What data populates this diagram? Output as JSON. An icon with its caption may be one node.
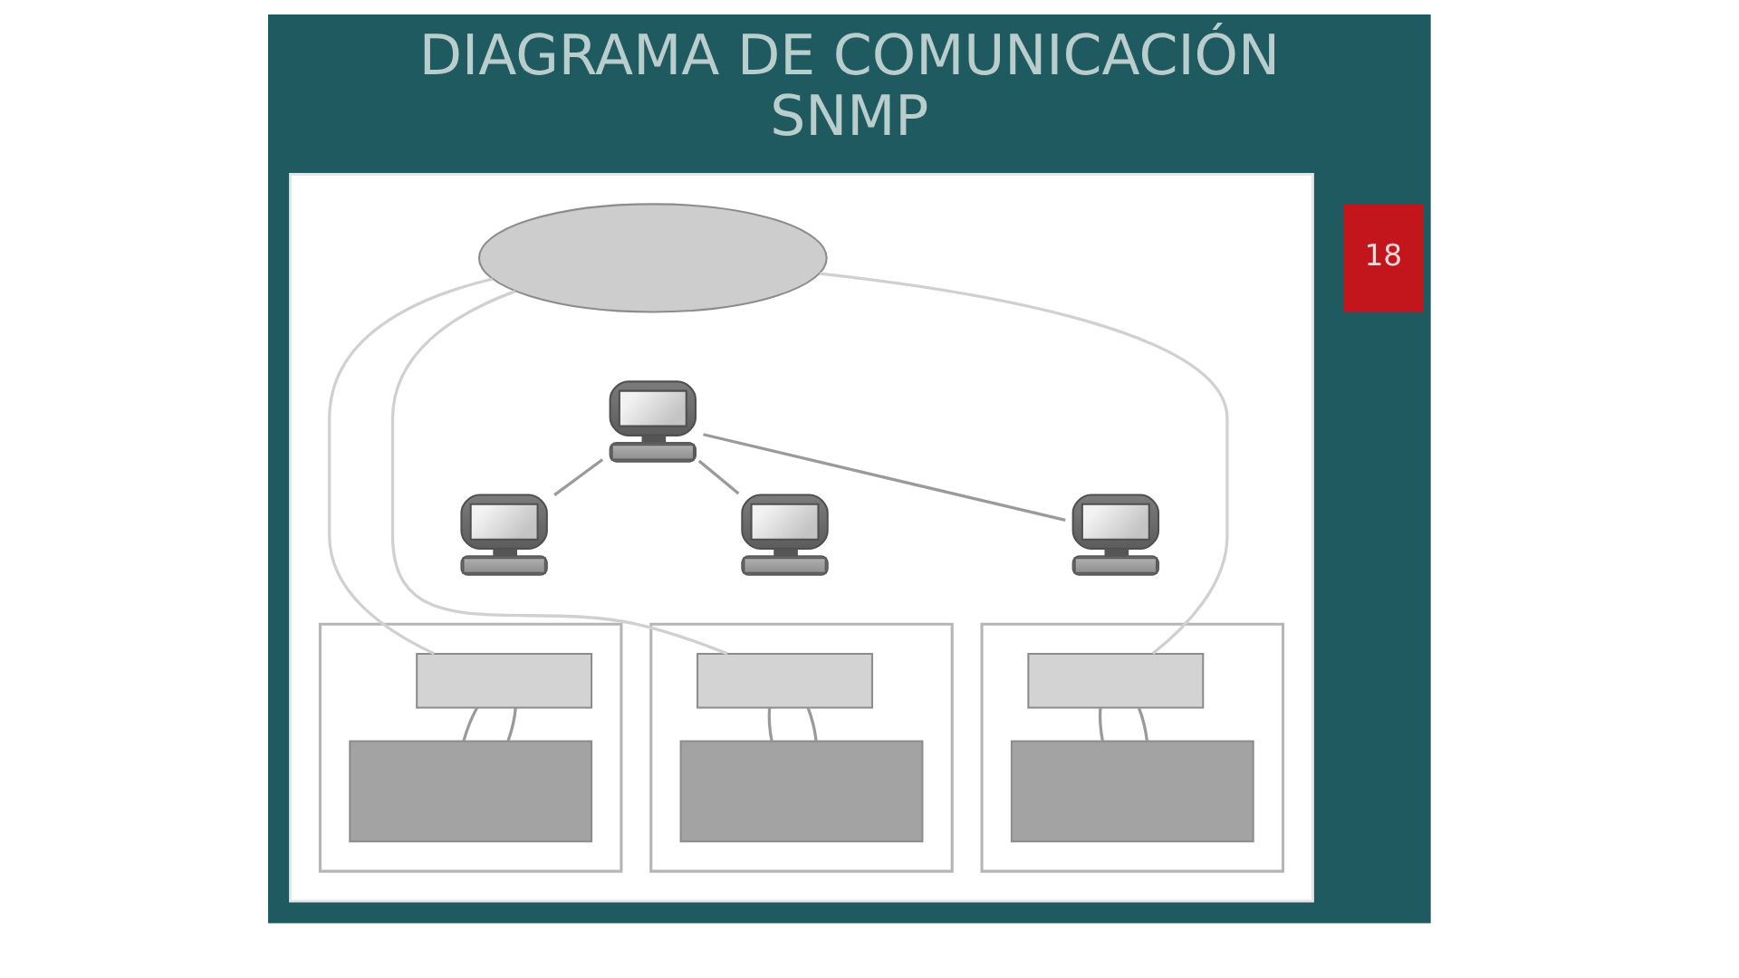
{
  "diagram": {
    "title": "DIAGRAMA DE COMUNICACIÓN SNMP",
    "nodes": [
      {
        "text": [],
        "shape": "box"
      },
      {
        "text": [],
        "shape": "ellipse",
        "in": 0
      },
      {
        "text": [],
        "shape": "picture",
        "in": 0
      },
      {
        "text": [],
        "shape": "picture",
        "in": 0
      },
      {
        "text": [],
        "shape": "box",
        "in": 0
      },
      {
        "text": [],
        "shape": "box",
        "in": 4
      },
      {
        "text": [],
        "shape": "box",
        "in": 4
      },
      {
        "text": [],
        "shape": "picture",
        "in": 0
      },
      {
        "text": [],
        "shape": "box",
        "in": 0
      },
      {
        "text": [],
        "shape": "box",
        "in": 8
      },
      {
        "text": [],
        "shape": "box",
        "in": 8
      },
      {
        "text": [],
        "shape": "picture",
        "in": 0
      },
      {
        "text": [],
        "shape": "box",
        "in": 0
      },
      {
        "text": [],
        "shape": "box",
        "in": 12
      },
      {
        "text": [],
        "shape": "box",
        "in": 12
      }
    ],
    "edges": [
      {
        "from": 1,
        "to": 5,
        "arrow": "none",
        "color": "#d0d0d0"
      },
      {
        "from": 1,
        "to": 9,
        "arrow": "none",
        "color": "#d0d0d0"
      },
      {
        "from": 1,
        "to": 13,
        "arrow": "none",
        "color": "#d0d0d0"
      },
      {
        "from": 2,
        "to": 3,
        "arrow": "none"
      },
      {
        "from": 2,
        "to": 7,
        "arrow": "none"
      },
      {
        "from": 2,
        "to": 11,
        "arrow": "none"
      },
      {
        "from": 5,
        "to": 6,
        "arrow": "none"
      },
      {
        "from": 5,
        "to": 6,
        "arrow": "none"
      },
      {
        "from": 9,
        "to": 10,
        "arrow": "none"
      },
      {
        "from": 9,
        "to": 10,
        "arrow": "none"
      },
      {
        "from": 13,
        "to": 14,
        "arrow": "none"
      },
      {
        "from": 13,
        "to": 14,
        "arrow": "none"
      }
    ],
    "labels": [
      "18"
    ]
  }
}
